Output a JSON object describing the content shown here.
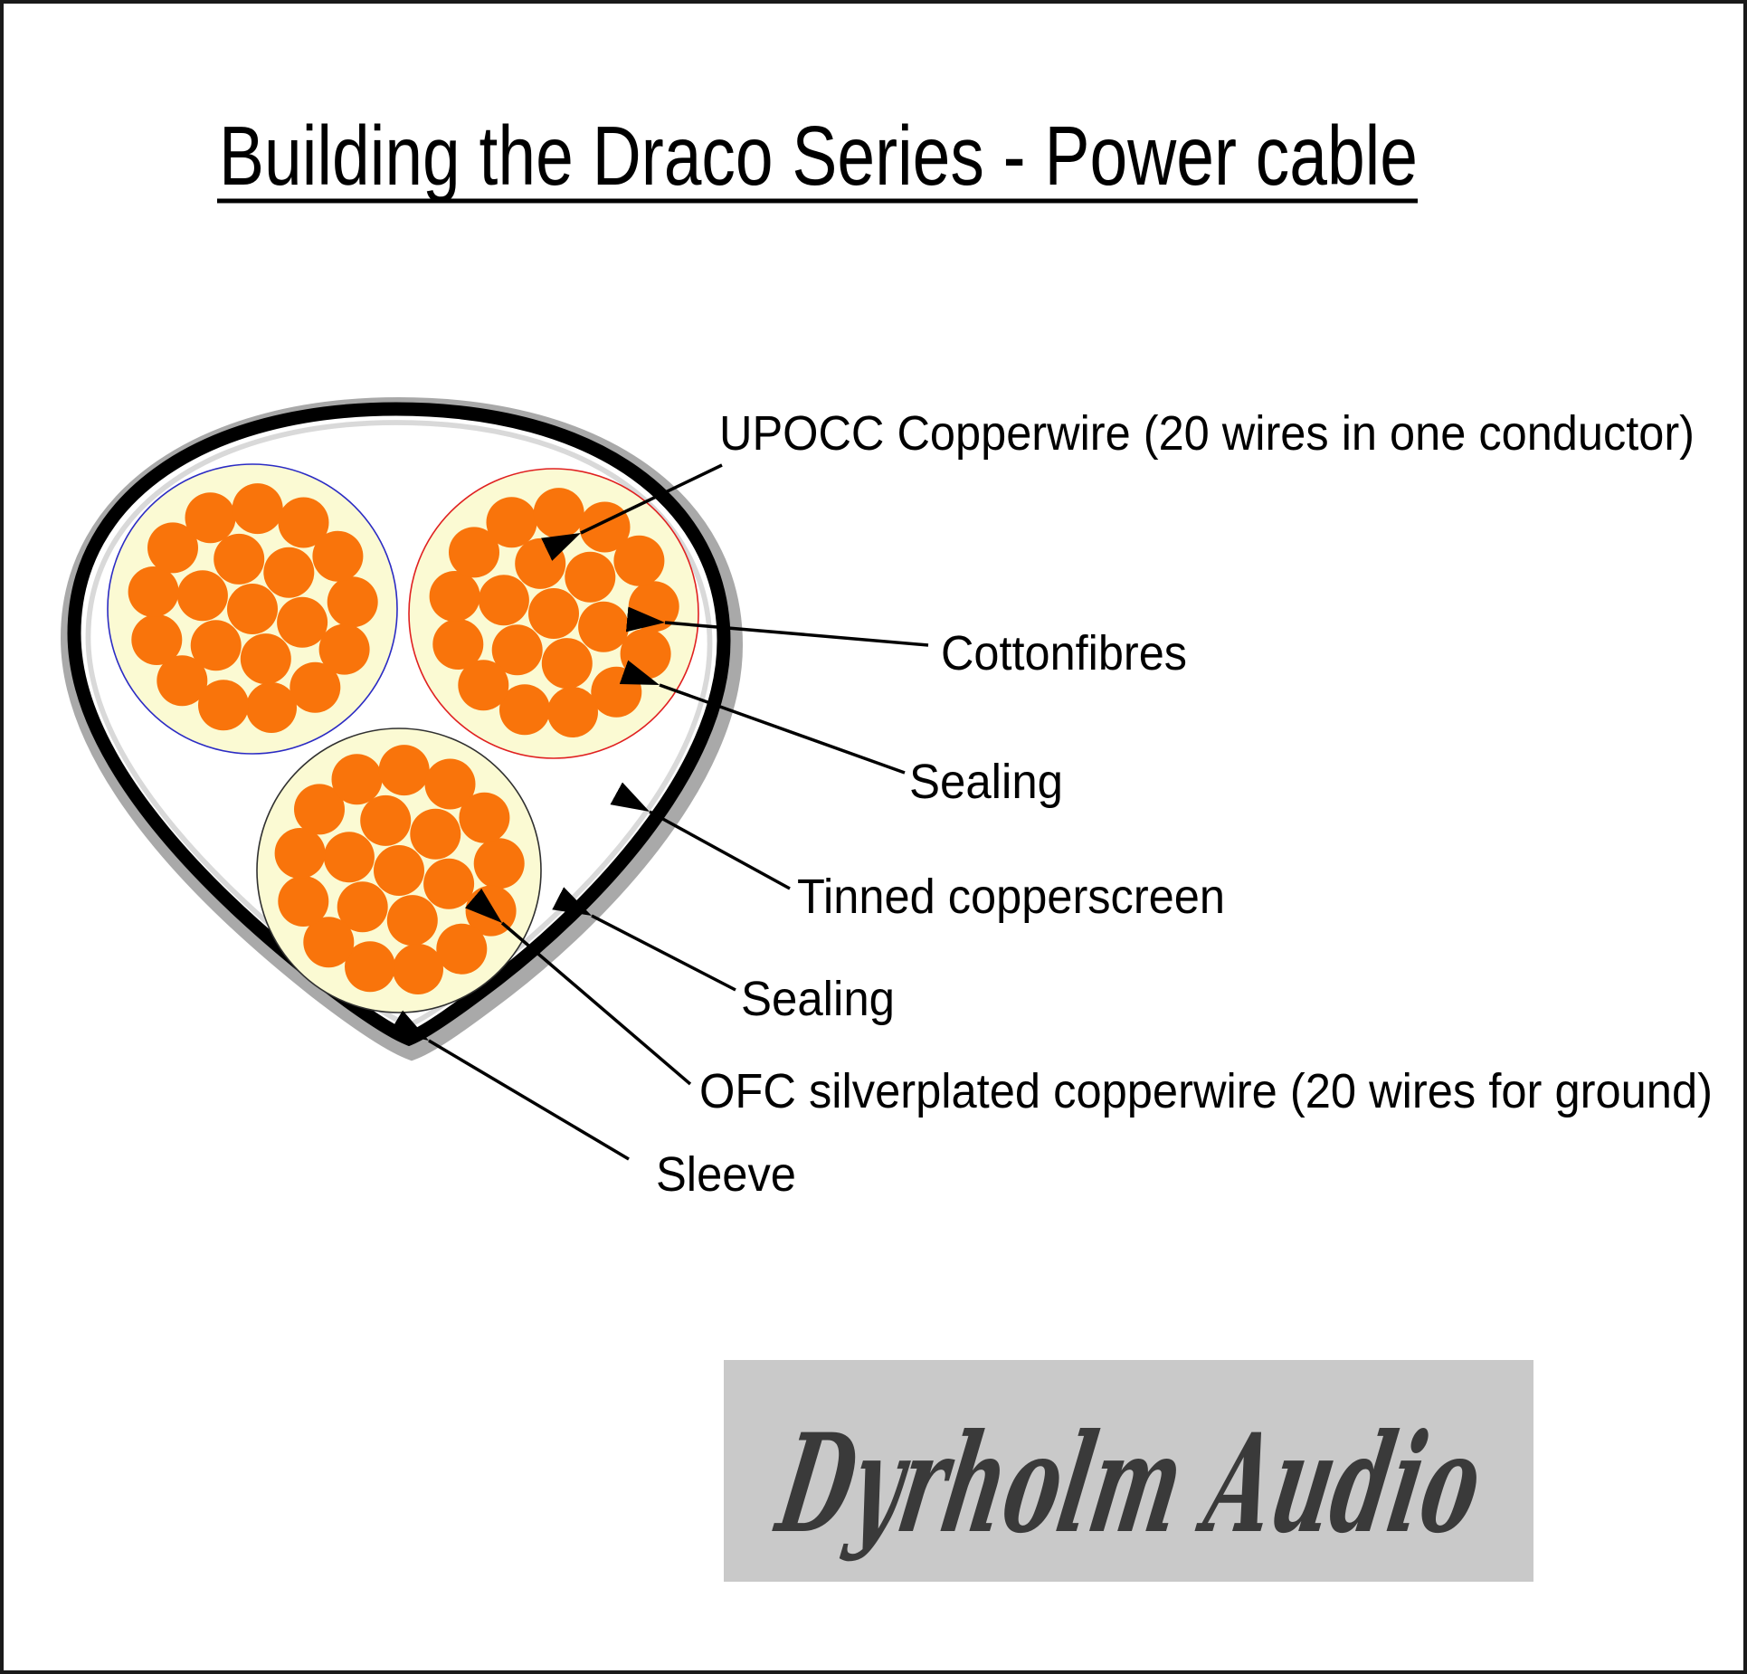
{
  "title": {
    "text": "Building the Draco Series - Power cable"
  },
  "diagram": {
    "type": "cable-cross-section",
    "conductors": 3,
    "wires_per_conductor": 20,
    "labels": [
      {
        "id": "upocc-copperwire",
        "text": "UPOCC Copperwire (20 wires in one conductor)"
      },
      {
        "id": "cottonfibres",
        "text": "Cottonfibres"
      },
      {
        "id": "sealing-inner",
        "text": "Sealing"
      },
      {
        "id": "tinned-copperscreen",
        "text": "Tinned copperscreen"
      },
      {
        "id": "sealing-outer",
        "text": "Sealing"
      },
      {
        "id": "ofc-copperwire",
        "text": "OFC silverplated copperwire (20 wires for ground)"
      },
      {
        "id": "sleeve",
        "text": "Sleeve"
      }
    ]
  },
  "logo": {
    "text": "Dyrholm Audio"
  },
  "colors": {
    "copper_wire_orange": "#F9740B",
    "cotton_cream": "#FBFAD3",
    "sleeve_gray": "#A9A9A9",
    "sealing_light_gray": "#D9D9D9",
    "screen_black": "#000000",
    "bundle_outline_blue": "#2B2BC4",
    "bundle_outline_red": "#E02020",
    "bundle_outline_dark": "#303030",
    "logo_background": "#C9C9C9",
    "logo_text": "#3A3A3A"
  }
}
